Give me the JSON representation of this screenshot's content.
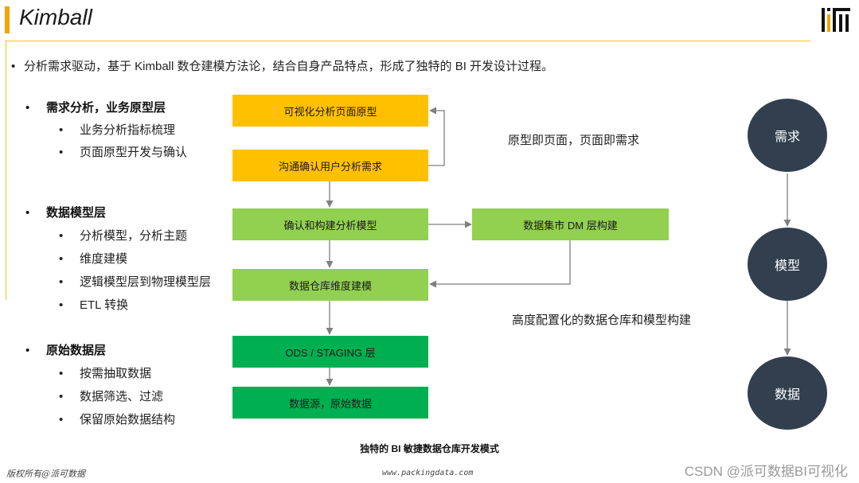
{
  "header": {
    "title": "Kimball"
  },
  "intro": "分析需求驱动，基于 Kimball 数仓建模方法论，结合自身产品特点，形成了独特的 BI 开发设计过程。",
  "outline": [
    {
      "heading": "需求分析，业务原型层",
      "items": [
        "业务分析指标梳理",
        "页面原型开发与确认"
      ]
    },
    {
      "heading": "数据模型层",
      "items": [
        "分析模型，分析主题",
        "维度建模",
        "逻辑模型层到物理模型层",
        "ETL 转换"
      ]
    },
    {
      "heading": "原始数据层",
      "items": [
        "按需抽取数据",
        "数据筛选、过滤",
        "保留原始数据结构"
      ]
    }
  ],
  "flow": {
    "prototype": "可视化分析页面原型",
    "confirm": "沟通确认用户分析需求",
    "model": "确认和构建分析模型",
    "datamart": "数据集市 DM 层构建",
    "dw": "数据仓库维度建模",
    "ods": "ODS / STAGING 层",
    "source": "数据源，原始数据"
  },
  "notes": {
    "prototype_note": "原型即页面，页面即需求",
    "dw_note": "高度配置化的数据仓库和模型构建"
  },
  "circles": [
    "需求",
    "模型",
    "数据"
  ],
  "caption": "独特的 BI 敏捷数据仓库开发模式",
  "footer": {
    "copyright": "版权所有@派可数据",
    "website": "www.packingdata.com",
    "watermark": "CSDN @派可数据BI可视化"
  },
  "colors": {
    "yellow": "#ffc000",
    "light_green": "#92d050",
    "green": "#00b050",
    "circle": "#323f4f",
    "accent": "#f0a500"
  }
}
